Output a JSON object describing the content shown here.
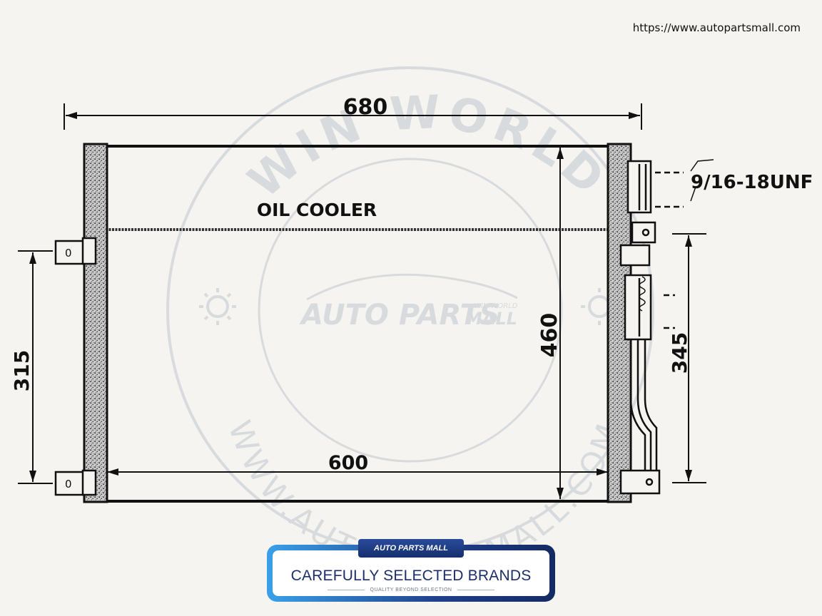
{
  "watermark": {
    "url": "https://www.autopartsmall.com",
    "ring_top": "WIN WORLD",
    "ring_bottom": "WWW.AUTOPARTSMALL.COM",
    "logo_main": "AUTO PARTS",
    "logo_mall": "MALL",
    "logo_small": "WIN WORLD"
  },
  "diagram": {
    "component_label": "OIL COOLER",
    "dim_overall_width": "680",
    "dim_core_width": "600",
    "dim_height": "460",
    "dim_right_bracket": "345",
    "dim_left_bracket": "315",
    "thread_spec": "9/16-18UNF",
    "bracket_mark_top": "0",
    "bracket_mark_bottom": "0"
  },
  "banner": {
    "badge": "AUTO PARTS MALL",
    "title": "CAREFULLY SELECTED BRANDS",
    "subtitle": "QUALITY BEYOND SELECTION"
  }
}
